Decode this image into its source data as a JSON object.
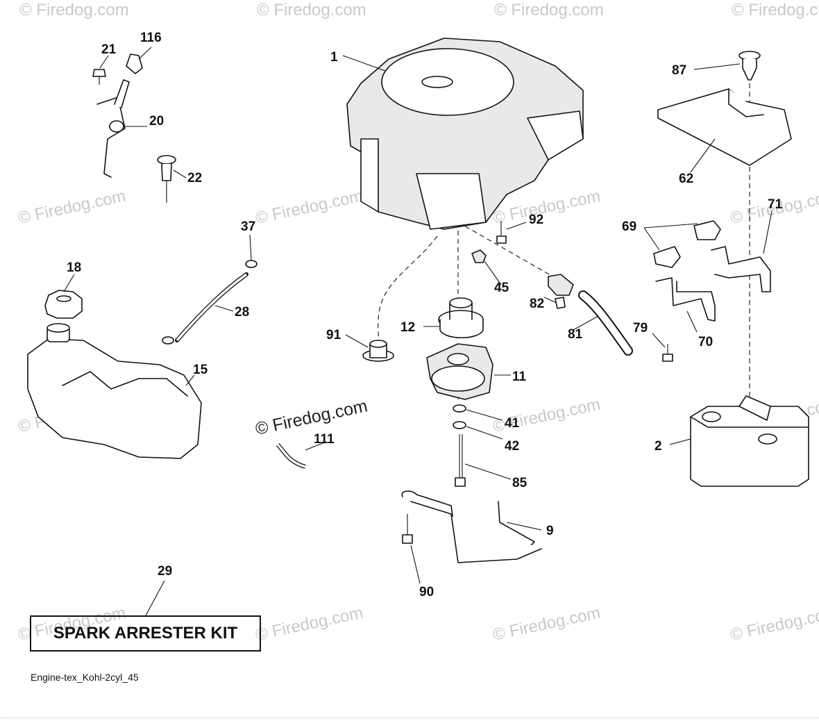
{
  "diagram": {
    "watermark_text": "© Firedog.com",
    "footer_code": "Engine-tex_Kohl-2cyl_45",
    "kit_label": "SPARK ARRESTER KIT",
    "callouts": {
      "p1": "1",
      "p2": "2",
      "p9": "9",
      "p11": "11",
      "p12": "12",
      "p15": "15",
      "p18": "18",
      "p20": "20",
      "p21": "21",
      "p22": "22",
      "p28": "28",
      "p29": "29",
      "p37": "37",
      "p41": "41",
      "p42": "42",
      "p45": "45",
      "p62": "62",
      "p69": "69",
      "p70": "70",
      "p71": "71",
      "p79": "79",
      "p81": "81",
      "p82": "82",
      "p85": "85",
      "p87": "87",
      "p90": "90",
      "p91": "91",
      "p92": "92",
      "p111": "111",
      "p116": "116"
    }
  }
}
